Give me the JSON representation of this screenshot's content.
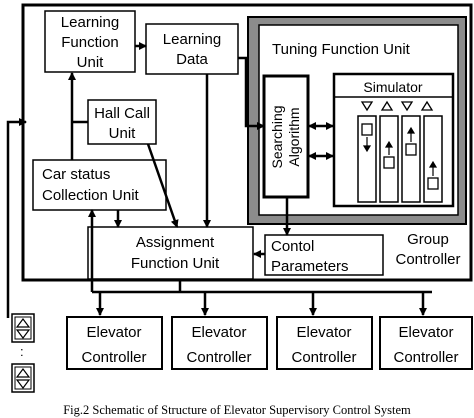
{
  "blocks": {
    "learning_function_unit": [
      "Learning",
      "Function",
      "Unit"
    ],
    "learning_data": [
      "Learning",
      "Data"
    ],
    "hall_call_unit": [
      "Hall Call",
      "Unit"
    ],
    "car_status_collection_unit": [
      "Car status",
      "Collection Unit"
    ],
    "assignment_function_unit": [
      "Assignment",
      "Function Unit"
    ],
    "control_parameters": [
      "Contol",
      "Parameters"
    ],
    "tuning_function_unit": "Tuning Function Unit",
    "searching_algorithm": [
      "Searching",
      "Algorithm"
    ],
    "simulator": "Simulator",
    "group_controller": [
      "Group",
      "Controller"
    ],
    "elevator_controller": [
      "Elevator",
      "Controller"
    ]
  },
  "elevator_controller_count": 4,
  "hall_buttons_ellipsis": ":",
  "caption": "Fig.2 Schematic of Structure of Elevator Supervisory Control System"
}
